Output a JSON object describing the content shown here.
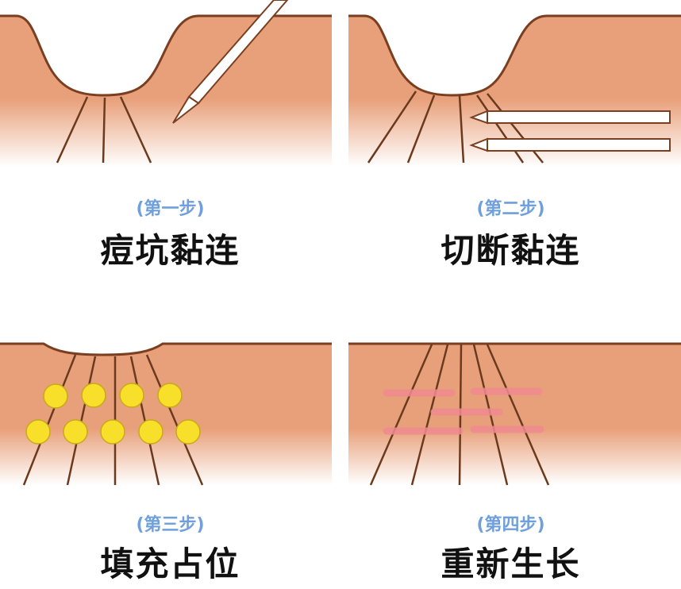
{
  "colors": {
    "skin": "#e8a07a",
    "outline": "#7a3e20",
    "fiber": "#6b3a1e",
    "filler": "#f7df2a",
    "healing": "#f08a90",
    "step_label": "#6f9fdc",
    "title_text": "#111111"
  },
  "panels": [
    {
      "step": "(第一步)",
      "title": "痘坑黏连",
      "tool_icon": "needle-icon"
    },
    {
      "step": "(第二步)",
      "title": "切断黏连",
      "tool_icon": "cutting-needle-icon"
    },
    {
      "step": "(第三步)",
      "title": "填充占位",
      "tool_icon": "filler-dot-icon"
    },
    {
      "step": "(第四步)",
      "title": "重新生长",
      "tool_icon": "new-collagen-icon"
    }
  ]
}
